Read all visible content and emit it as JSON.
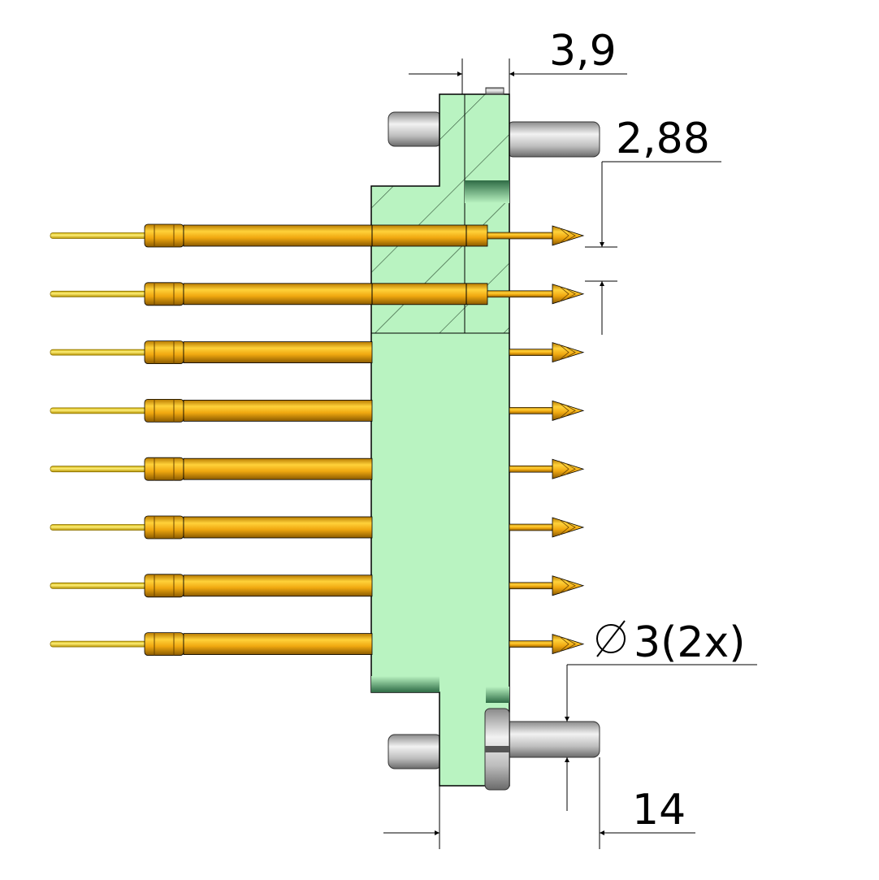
{
  "dimensions": {
    "top_width": "3,9",
    "pin_pitch": "2,88",
    "post_diameter": "3(2x)",
    "post_length": "14"
  },
  "colors": {
    "housing": "#b9f3c1",
    "housing_dark": "#3f7a52",
    "pin_gold": "#f2b21a",
    "pin_wire": "#f6e04a",
    "post_gray": "#c8c8c8"
  },
  "pin_count": 8
}
